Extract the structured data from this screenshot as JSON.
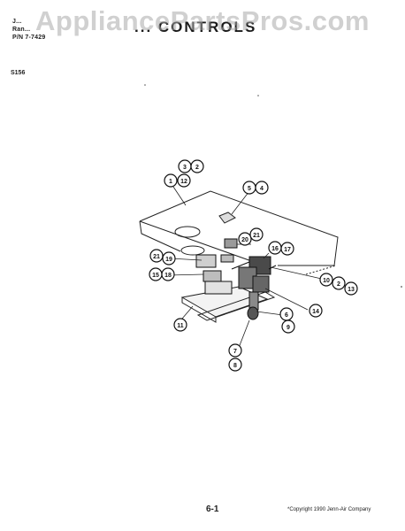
{
  "header": {
    "line1": "J...",
    "line2": "Ran...",
    "part_number": "P/N 7-7429",
    "title": "... CONTROLS"
  },
  "watermark": "AppliancePartsPros.com",
  "model": "S156",
  "callouts": [
    "1",
    "2",
    "3",
    "4",
    "5",
    "6",
    "7",
    "8",
    "9",
    "10",
    "11",
    "12",
    "13",
    "14",
    "15",
    "16",
    "17",
    "18",
    "19",
    "20",
    "21"
  ],
  "footer": {
    "page": "6-1",
    "copyright": "*Copyright 1990 Jenn-Air Company"
  }
}
